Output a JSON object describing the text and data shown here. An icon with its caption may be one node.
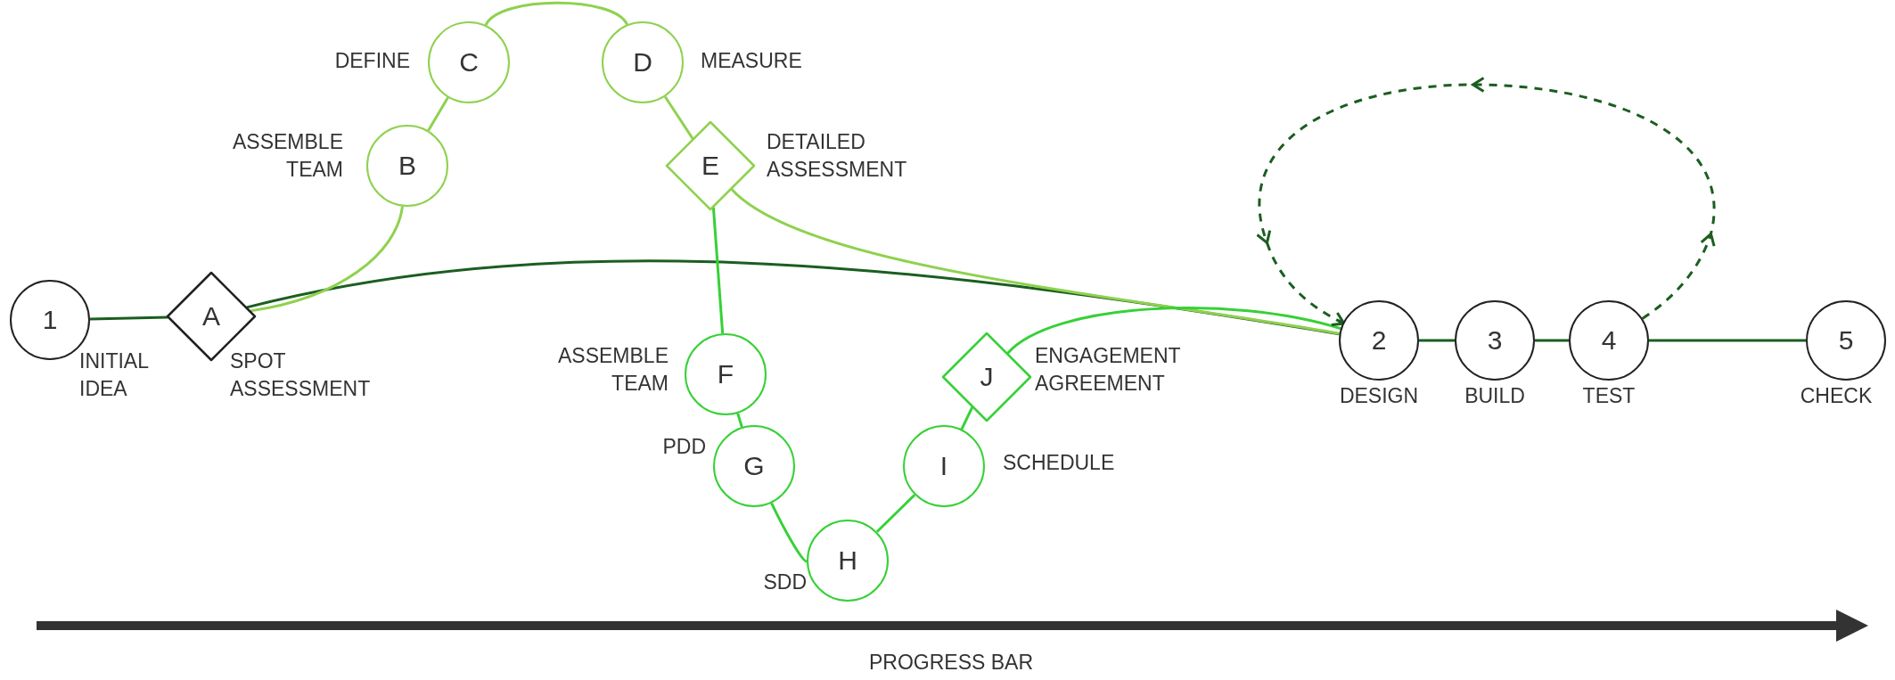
{
  "diagram": {
    "nodes": [
      {
        "text": [
          "1"
        ],
        "beside": [
          "INITIAL IDEA"
        ]
      },
      {
        "text": [
          "A"
        ],
        "beside": [
          "SPOT ASSESSMENT"
        ]
      },
      {
        "text": [
          "B"
        ],
        "beside": [
          "ASSEMBLE TEAM"
        ]
      },
      {
        "text": [
          "C"
        ],
        "beside": [
          "DEFINE"
        ]
      },
      {
        "text": [
          "D"
        ],
        "beside": [
          "MEASURE"
        ]
      },
      {
        "text": [
          "E"
        ],
        "beside": [
          "DETAILED ASSESSMENT"
        ]
      },
      {
        "text": [
          "F"
        ],
        "beside": [
          "ASSEMBLE TEAM"
        ]
      },
      {
        "text": [
          "G"
        ],
        "beside": [
          "PDD"
        ]
      },
      {
        "text": [
          "H"
        ],
        "beside": [
          "SDD"
        ]
      },
      {
        "text": [
          "I"
        ],
        "beside": [
          "SCHEDULE"
        ]
      },
      {
        "text": [
          "J"
        ],
        "beside": [
          "ENGAGEMENT AGREEMENT"
        ]
      },
      {
        "text": [
          "2"
        ],
        "beside": [
          "DESIGN"
        ]
      },
      {
        "text": [
          "3"
        ],
        "beside": [
          "BUILD"
        ]
      },
      {
        "text": [
          "4"
        ],
        "beside": [
          "TEST"
        ]
      },
      {
        "text": [
          "5"
        ],
        "beside": [
          "CHECK"
        ]
      }
    ],
    "edges": [
      {
        "from": 0,
        "to": 1,
        "arrow": "none"
      },
      {
        "from": 1,
        "to": 11,
        "arrow": "none"
      },
      {
        "from": 1,
        "to": 2,
        "arrow": "none",
        "color": "#8fd14f"
      },
      {
        "from": 2,
        "to": 3,
        "arrow": "none",
        "color": "#8fd14f"
      },
      {
        "from": 3,
        "to": 4,
        "arrow": "none",
        "color": "#8fd14f"
      },
      {
        "from": 4,
        "to": 5,
        "arrow": "none",
        "color": "#8fd14f"
      },
      {
        "from": 5,
        "to": 11,
        "arrow": "none",
        "color": "#8fd14f"
      },
      {
        "from": 5,
        "to": 6,
        "arrow": "none",
        "color": "#36d136"
      },
      {
        "from": 6,
        "to": 7,
        "arrow": "none",
        "color": "#36d136"
      },
      {
        "from": 7,
        "to": 8,
        "arrow": "none",
        "color": "#36d136"
      },
      {
        "from": 8,
        "to": 9,
        "arrow": "none",
        "color": "#36d136"
      },
      {
        "from": 9,
        "to": 10,
        "arrow": "none",
        "color": "#36d136"
      },
      {
        "from": 10,
        "to": 11,
        "arrow": "none",
        "color": "#36d136"
      },
      {
        "from": 11,
        "to": 12,
        "arrow": "none"
      },
      {
        "from": 12,
        "to": 13,
        "arrow": "none"
      },
      {
        "from": 13,
        "to": 14,
        "arrow": "none"
      },
      {
        "from": 13,
        "to": 11,
        "arrow": "to",
        "style": "dashed"
      }
    ],
    "labels": [
      "PROGRESS BAR"
    ]
  }
}
